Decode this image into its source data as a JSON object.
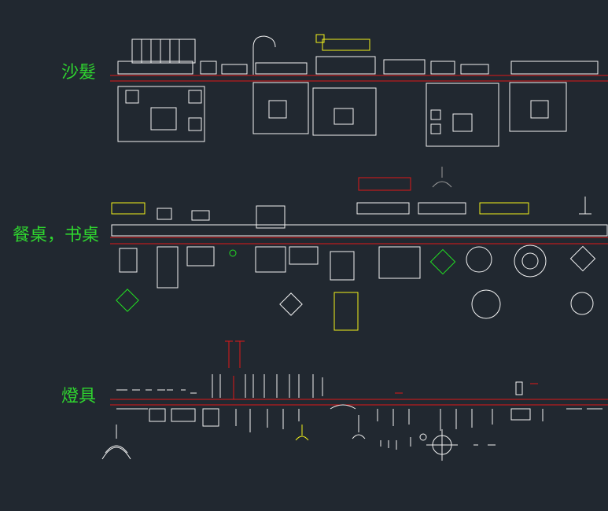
{
  "drawing": {
    "background": "#212830",
    "colors": {
      "label": "#2fd52f",
      "guide_line": "#e01818",
      "linework": "#f2f2f2",
      "highlight_yellow": "#f2f21a",
      "highlight_red": "#e01818",
      "highlight_green": "#22e022",
      "muted_gray": "#9a9a9a"
    },
    "sections": [
      {
        "id": "sofa",
        "label": "沙髮"
      },
      {
        "id": "table",
        "label": "餐桌，书桌"
      },
      {
        "id": "lamp",
        "label": "燈具"
      }
    ]
  }
}
